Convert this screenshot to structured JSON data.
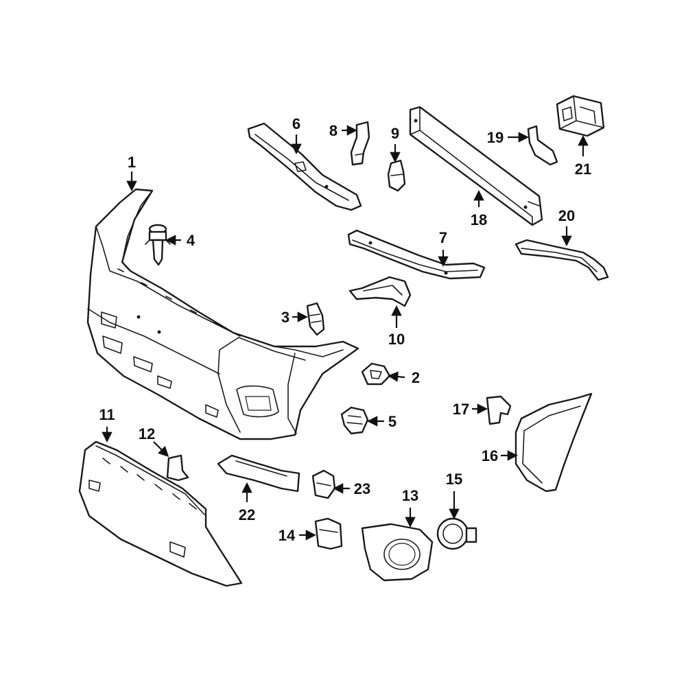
{
  "callouts": [
    {
      "number": "1",
      "part": "bumper-cover"
    },
    {
      "number": "2",
      "part": "clip"
    },
    {
      "number": "3",
      "part": "retainer"
    },
    {
      "number": "4",
      "part": "push-pin-clip"
    },
    {
      "number": "5",
      "part": "clip"
    },
    {
      "number": "6",
      "part": "upper-reinforcement"
    },
    {
      "number": "7",
      "part": "support-bracket"
    },
    {
      "number": "8",
      "part": "bracket"
    },
    {
      "number": "9",
      "part": "clip"
    },
    {
      "number": "10",
      "part": "side-bracket"
    },
    {
      "number": "11",
      "part": "lower-cover"
    },
    {
      "number": "12",
      "part": "bracket"
    },
    {
      "number": "13",
      "part": "fog-lamp-bezel"
    },
    {
      "number": "14",
      "part": "bracket"
    },
    {
      "number": "15",
      "part": "fog-lamp"
    },
    {
      "number": "16",
      "part": "extension"
    },
    {
      "number": "17",
      "part": "clip"
    },
    {
      "number": "18",
      "part": "impact-bar"
    },
    {
      "number": "19",
      "part": "bracket"
    },
    {
      "number": "20",
      "part": "side-support"
    },
    {
      "number": "21",
      "part": "energy-absorber-mount"
    },
    {
      "number": "22",
      "part": "moulding"
    },
    {
      "number": "23",
      "part": "clip"
    }
  ]
}
